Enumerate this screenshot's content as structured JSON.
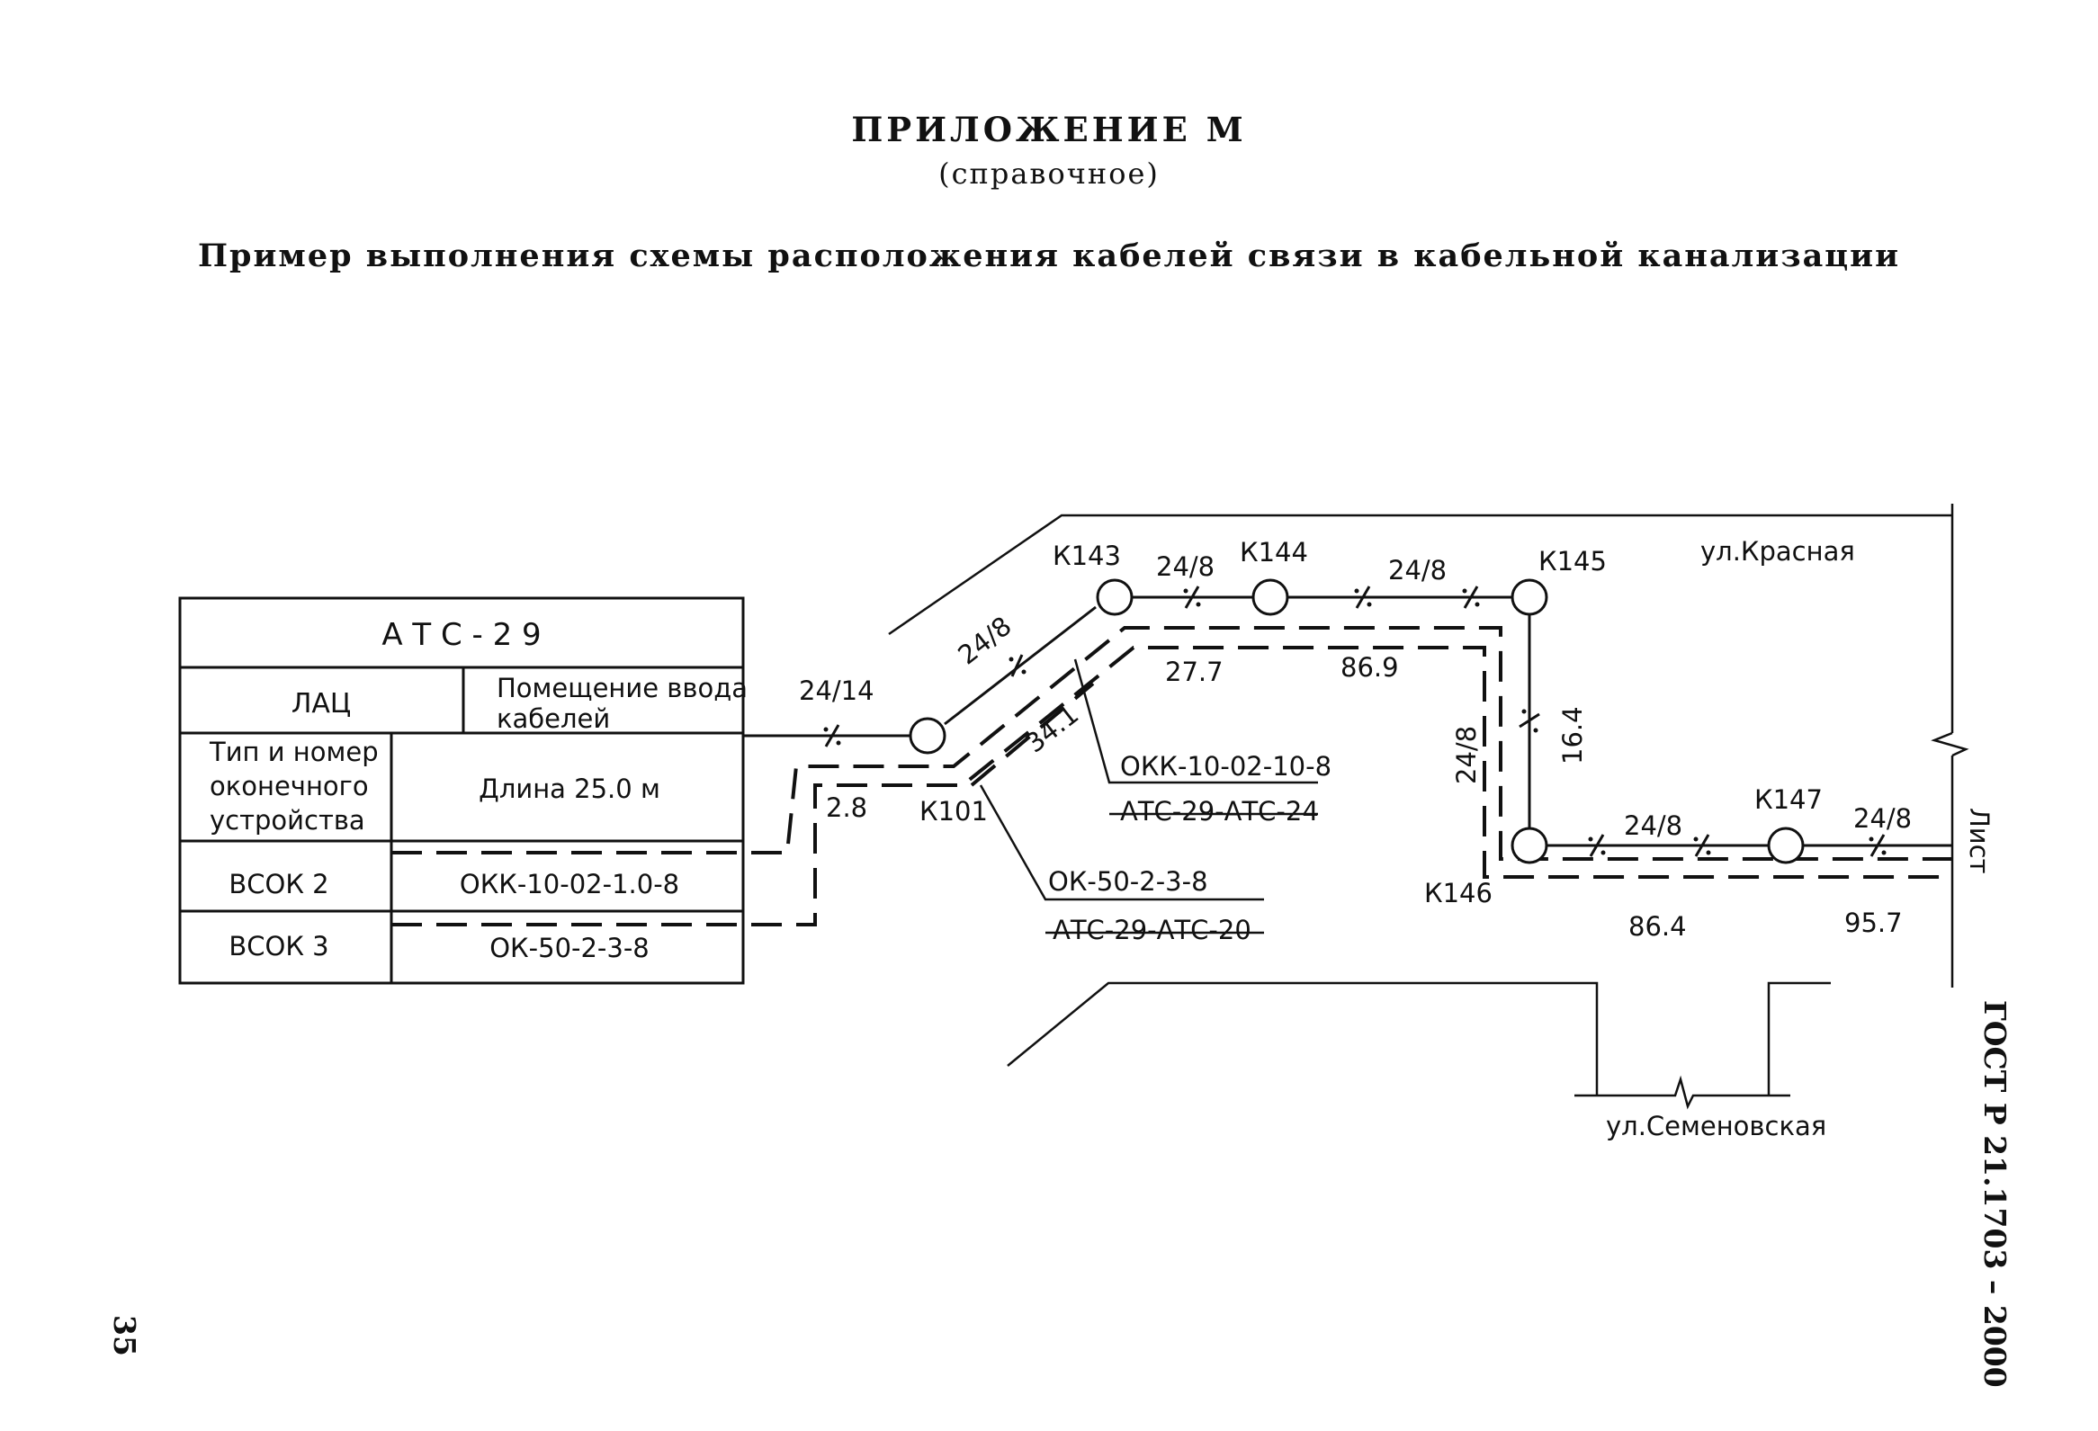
{
  "header": {
    "title": "ПРИЛОЖЕНИЕ М",
    "subtitle": "(справочное)",
    "caption": "Пример выполнения схемы расположения кабелей связи в кабельной канализации"
  },
  "table": {
    "title": "А Т С - 2 9",
    "lac": "ЛАЦ",
    "room_line1": "Помещение ввода",
    "room_line2": "кабелей",
    "type_line1": "Тип и номер",
    "type_line2": "оконечного",
    "type_line3": "устройства",
    "length": "Длина 25.0 м",
    "rows": [
      {
        "device": "ВСОК 2",
        "cable": "ОКК-10-02-1.0-8"
      },
      {
        "device": "ВСОК 3",
        "cable": "ОК-50-2-3-8"
      }
    ]
  },
  "streets": {
    "krasnaya": "ул.Красная",
    "semenovskaya": "ул.Семеновская"
  },
  "wells": {
    "k101": "К101",
    "k143": "К143",
    "k144": "К144",
    "k145": "К145",
    "k146": "К146",
    "k147": "К147"
  },
  "ducts": {
    "d1": "24/14",
    "d2": "24/8",
    "d3": "24/8",
    "d4": "24/8",
    "d5": "24/8",
    "d6": "24/8",
    "d7": "24/8"
  },
  "lengths": {
    "l1": "2.8",
    "l2": "34.1",
    "l3": "27.7",
    "l4": "86.9",
    "l5": "16.4",
    "l6": "86.4",
    "l7": "95.7"
  },
  "callouts": {
    "c1_cable": "ОКК-10-02-10-8",
    "c1_route": "АТС-29-АТС-24",
    "c2_cable": "ОК-50-2-3-8",
    "c2_route": "АТС-29-АТС-20"
  },
  "side": {
    "sheet": "Лист",
    "standard": "ГОСТ Р 21.1703 – 2000",
    "page": "35"
  }
}
